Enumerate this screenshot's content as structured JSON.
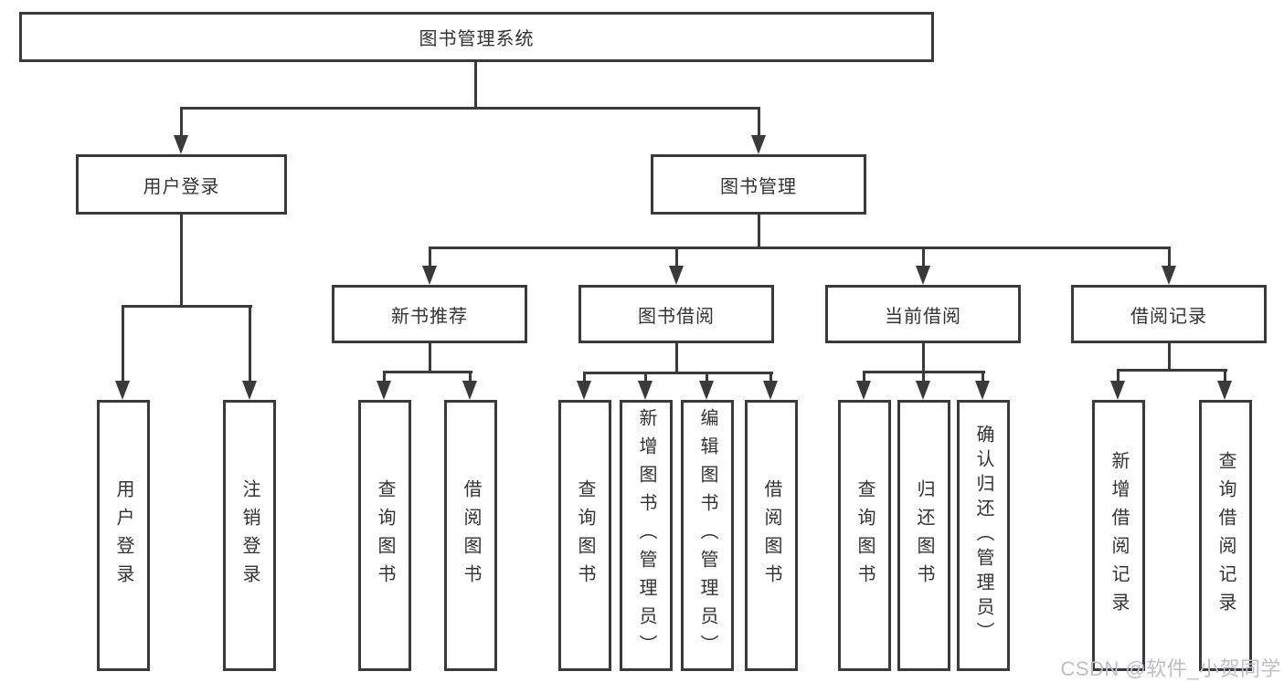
{
  "diagram": {
    "nodes": {
      "root": "图书管理系统",
      "user_login": "用户登录",
      "book_management": "图书管理",
      "new_book_recommend": "新书推荐",
      "book_borrow": "图书借阅",
      "current_borrow": "当前借阅",
      "borrow_records": "借阅记录"
    },
    "leaves": {
      "user_login": [
        "用户登录",
        "注销登录"
      ],
      "new_book_recommend": [
        "查询图书",
        "借阅图书"
      ],
      "book_borrow": [
        "查询图书",
        "新增图书（管理员）",
        "编辑图书（管理员）",
        "借阅图书"
      ],
      "current_borrow": [
        "查询图书",
        "归还图书",
        "确认归还（管理员）"
      ],
      "borrow_records": [
        "新增借阅记录",
        "查询借阅记录"
      ]
    },
    "watermark": "CSDN @软件_小贺同学",
    "colors": {
      "line": "#3a3a3a",
      "text": "#333333",
      "watermark": "#bfbfc3",
      "background": "#ffffff"
    }
  }
}
